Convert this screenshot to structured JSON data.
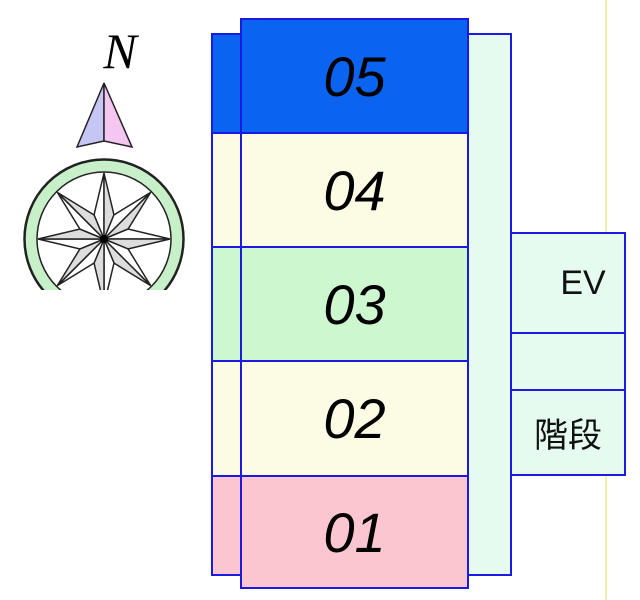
{
  "compass": {
    "north_label": "N"
  },
  "units": [
    {
      "label": "05",
      "color": "#0a64f0"
    },
    {
      "label": "04",
      "color": "#fcfbe3"
    },
    {
      "label": "03",
      "color": "#cdf7cf"
    },
    {
      "label": "02",
      "color": "#fcfbe3"
    },
    {
      "label": "01",
      "color": "#fcc6d0"
    }
  ],
  "core": {
    "ev_label": "EV",
    "stairs_label": "階段"
  },
  "colors": {
    "line": "#1a1ae0",
    "corridor": "#e6fbf0",
    "ring": "#c8f0c8"
  }
}
